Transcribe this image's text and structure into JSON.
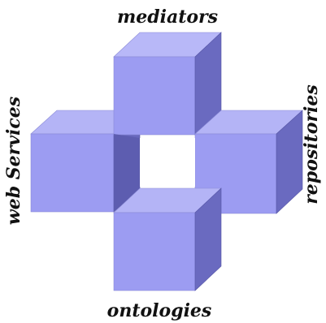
{
  "labels": {
    "top": "mediators",
    "bottom": "ontologies",
    "left": "web Services",
    "right": "repositories"
  },
  "colors": {
    "front": "#9c9cf2",
    "top": "#b5b5f7",
    "side": "#6a6ac0",
    "inner": "#5858a8",
    "edge": "#4d4d9a",
    "text": "#111111"
  }
}
